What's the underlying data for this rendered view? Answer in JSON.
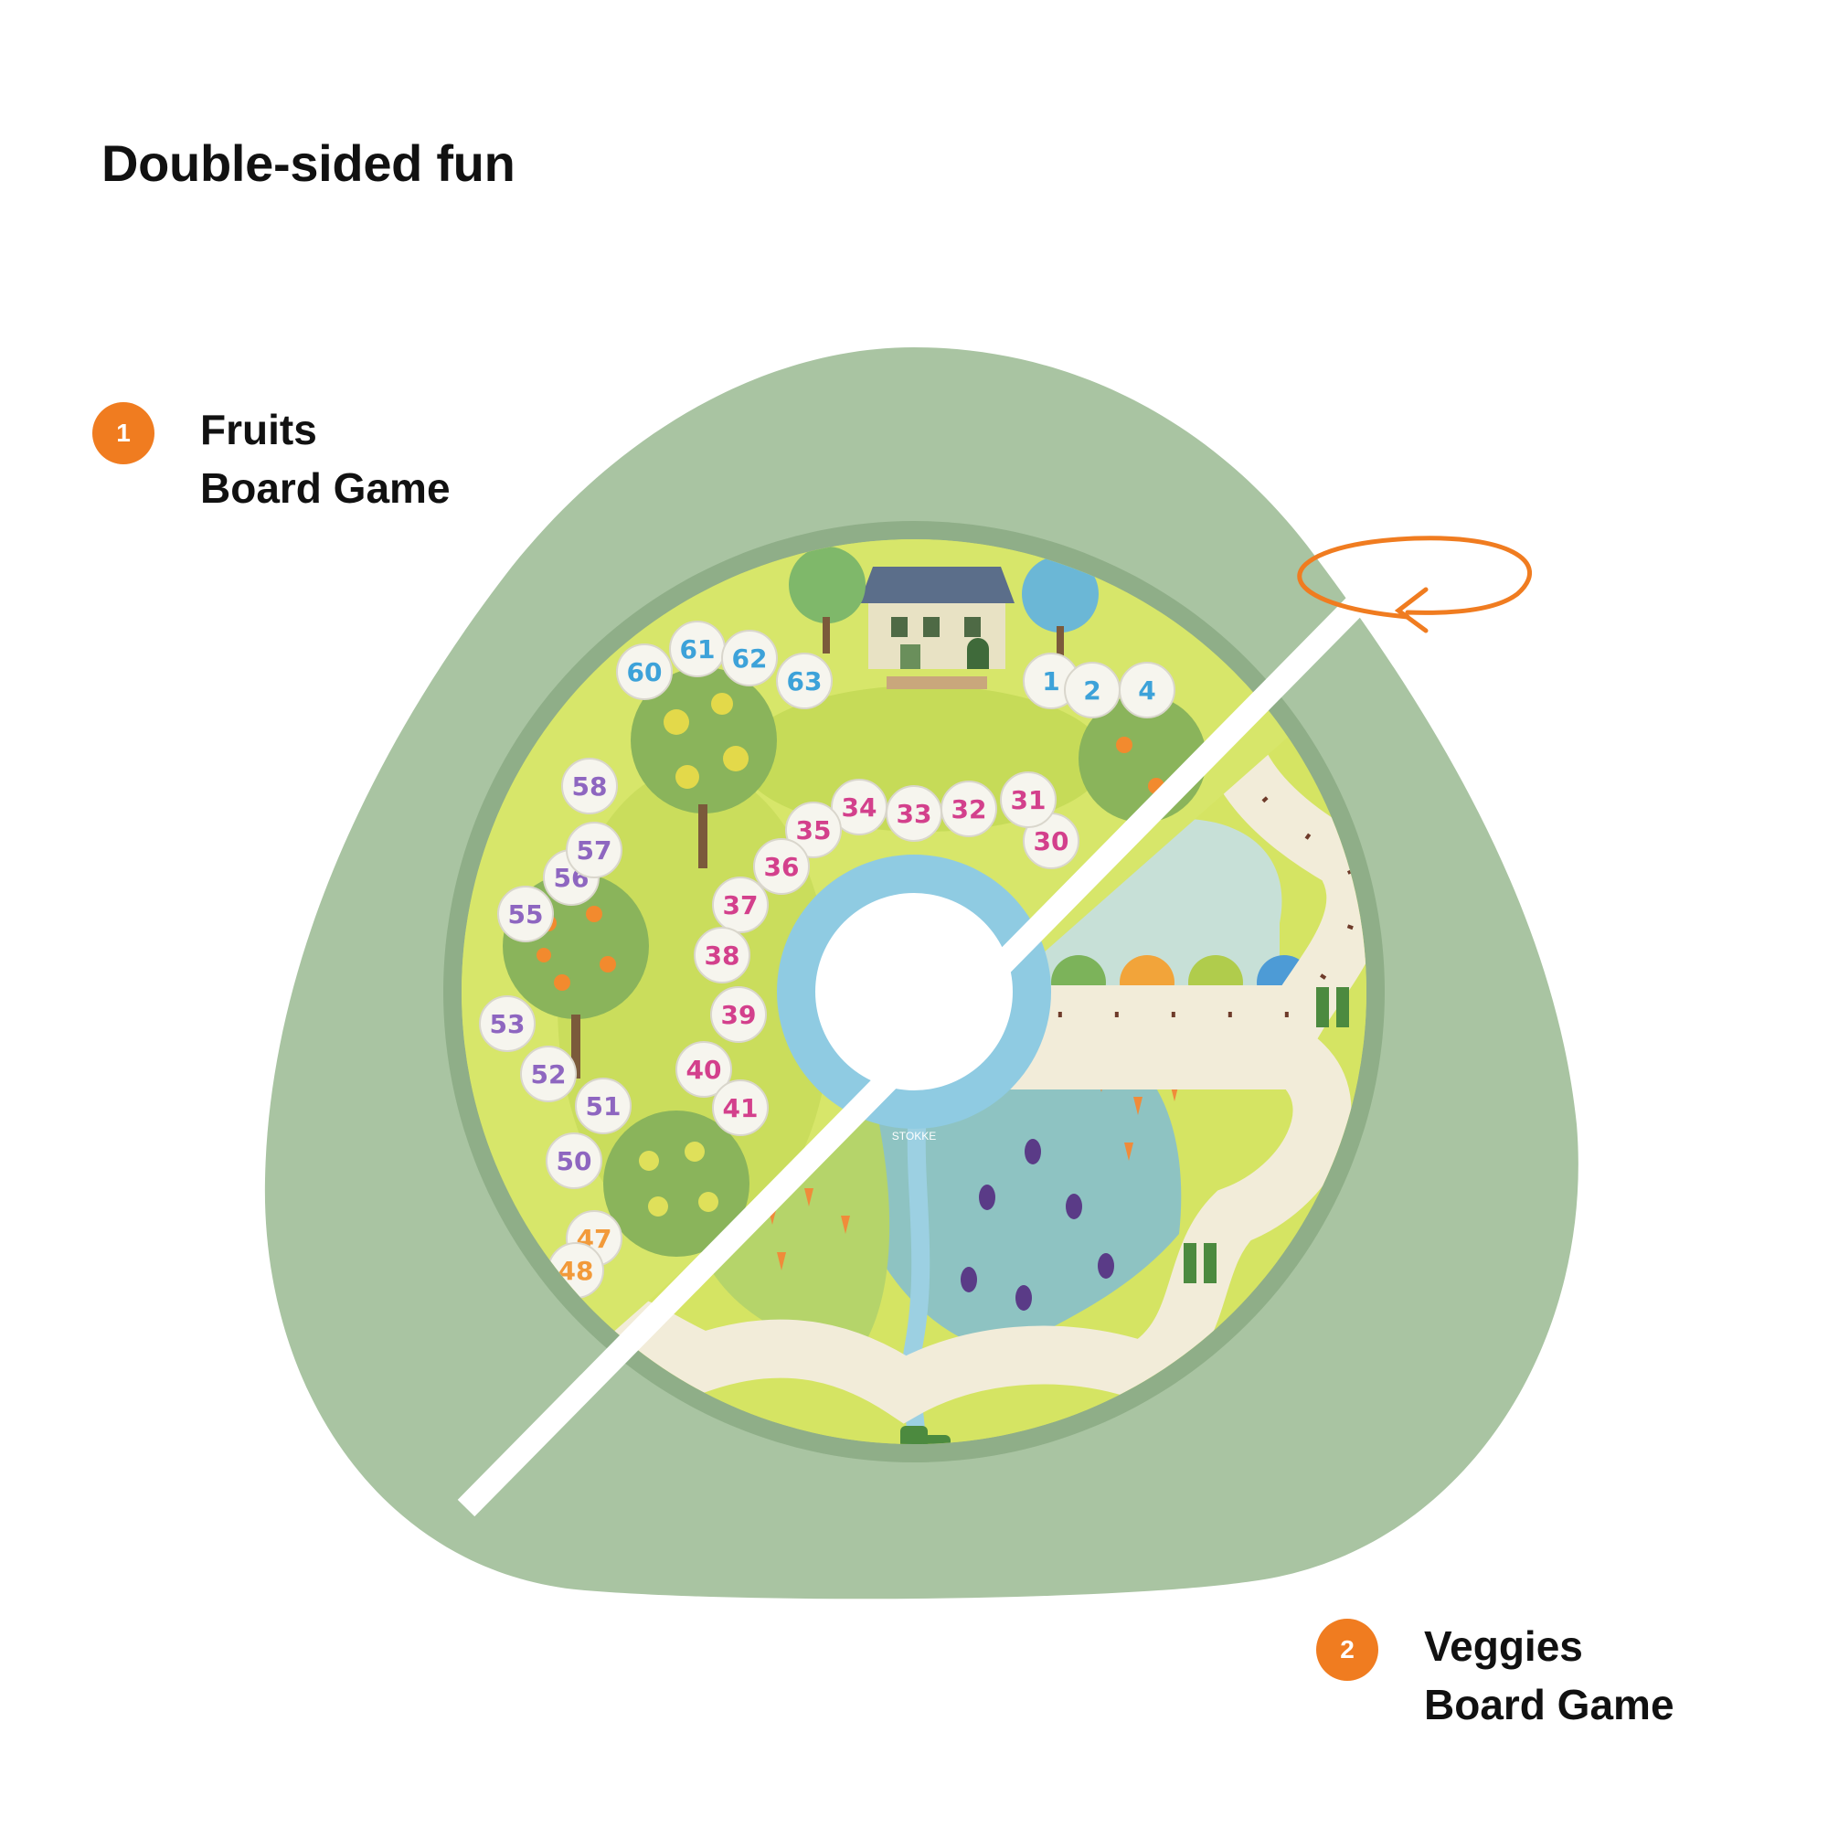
{
  "title": "Double-sided fun",
  "colors": {
    "accent": "#f07c20",
    "tray": "#a9c4a2",
    "board_base": "#d4e263",
    "path_tile": "#f6f5ee",
    "fruits_blue": "#3da2d9",
    "fruits_pink": "#d3408c",
    "fruits_purple": "#8e66c0",
    "fruits_orange": "#f29a3a"
  },
  "callouts": [
    {
      "number": "1",
      "line1": "Fruits",
      "line2": "Board Game"
    },
    {
      "number": "2",
      "line1": "Veggies",
      "line2": "Board Game"
    }
  ],
  "board": {
    "brand": "STOKKE",
    "fruits_tiles": [
      "1",
      "2",
      "4",
      "30",
      "31",
      "32",
      "33",
      "34",
      "35",
      "36",
      "37",
      "38",
      "39",
      "40",
      "41",
      "47",
      "48",
      "50",
      "51",
      "52",
      "53",
      "55",
      "56",
      "57",
      "58",
      "60",
      "61",
      "62",
      "63"
    ]
  },
  "icons": {
    "rotate": "rotate-arrow-icon",
    "brand": "stokke-logo-icon"
  }
}
